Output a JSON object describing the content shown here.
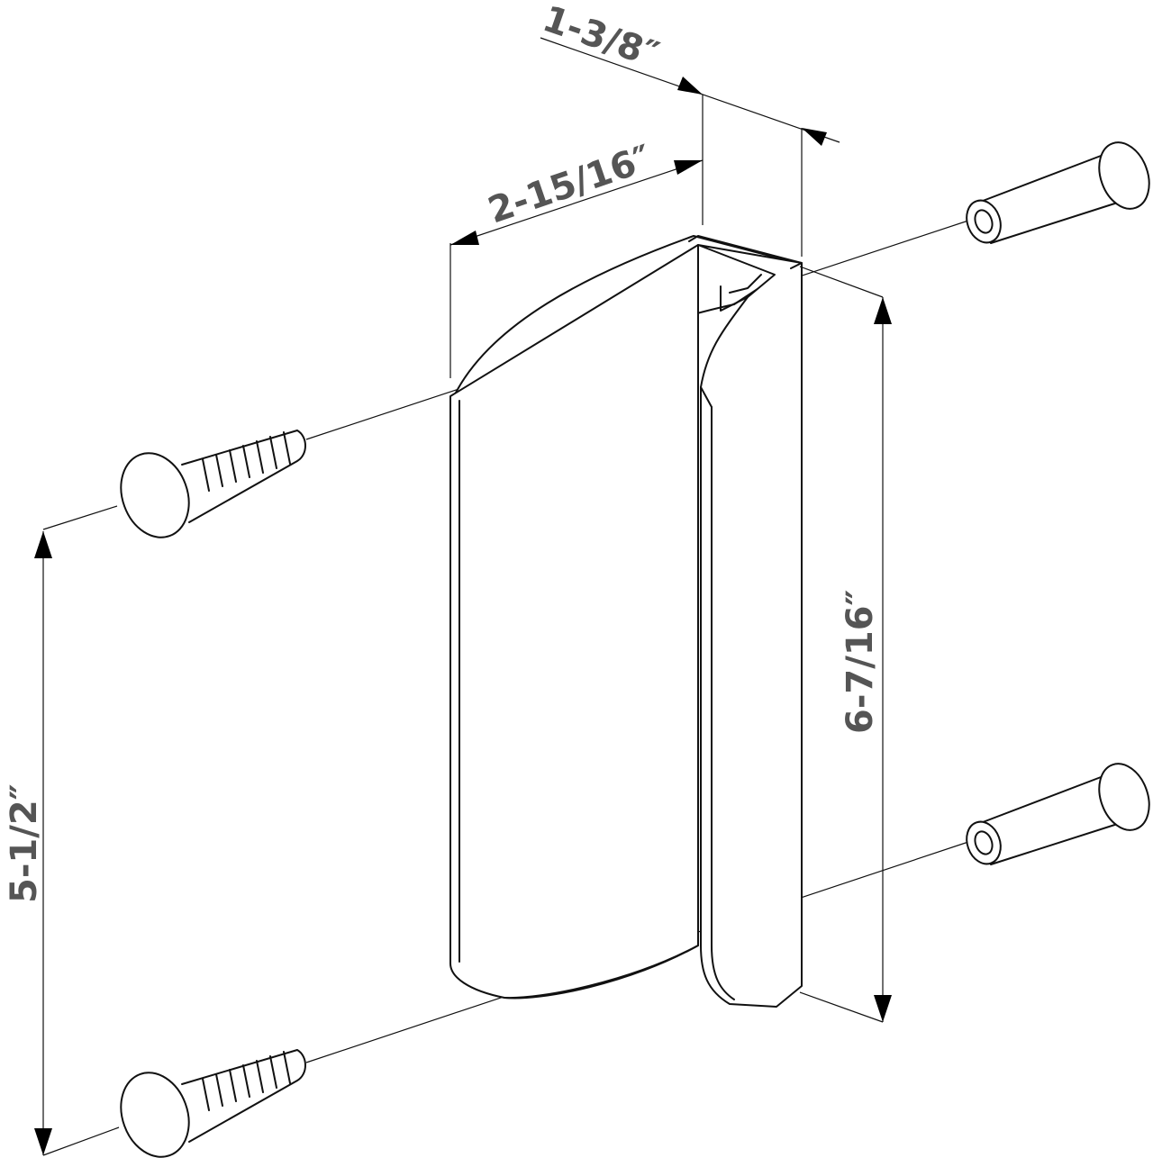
{
  "diagram": {
    "colors": {
      "stroke": "#111111",
      "dimension_text": "#555555",
      "background": "#ffffff"
    },
    "dimensions": {
      "depth": "1-3/8″",
      "width": "2-15/16″",
      "height": "6-7/16″",
      "hole_spacing": "5-1/2″"
    },
    "parts": [
      "handle-body-icon",
      "carriage-bolt-icon",
      "barrel-nut-icon"
    ]
  }
}
